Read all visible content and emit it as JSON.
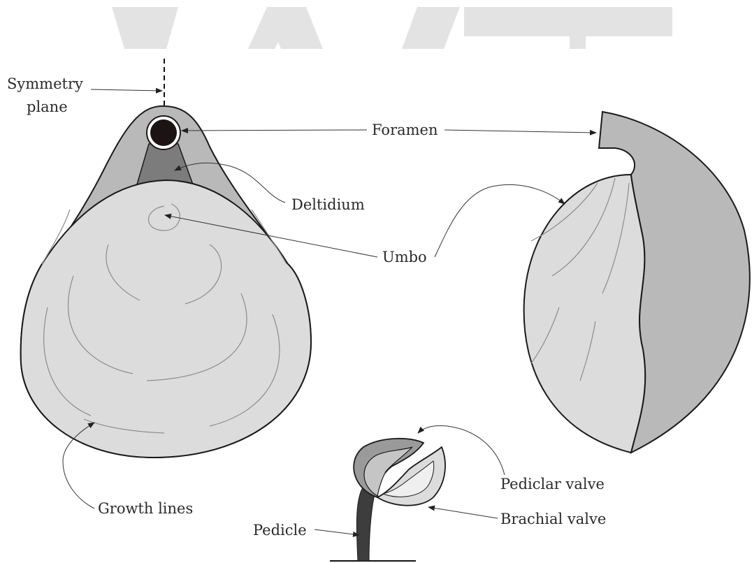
{
  "labels": {
    "symmetry_line1": "Symmetry",
    "symmetry_line2": "plane",
    "foramen": "Foramen",
    "deltidium": "Deltidium",
    "umbo": "Umbo",
    "growth_lines": "Growth lines",
    "pediclar_valve": "Pediclar valve",
    "brachial_valve": "Brachial valve",
    "pedicle": "Pedicle"
  },
  "colors": {
    "banner": "#e3e3e3",
    "shell_light": "#dcdcdc",
    "shell_mid": "#b9b9b9",
    "shell_dark": "#7c7c7c",
    "foramen": "#1c1414",
    "outline": "#1a1a1a"
  }
}
